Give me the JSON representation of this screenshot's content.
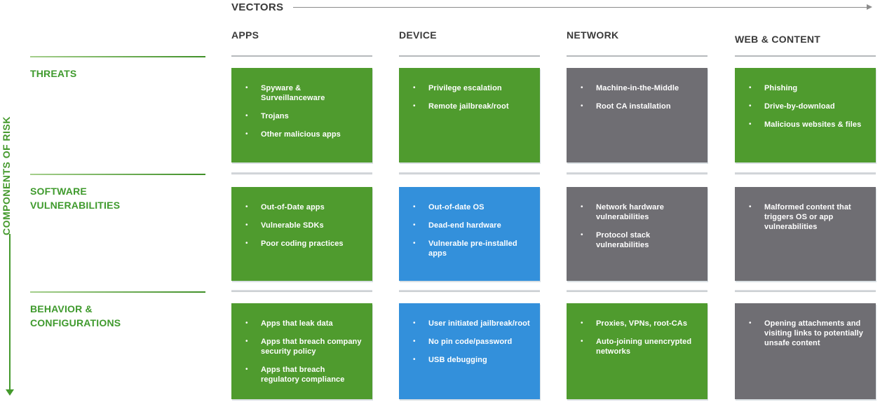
{
  "axis": {
    "x_label": "VECTORS",
    "y_label": "COMPONENTS OF RISK"
  },
  "columns": [
    {
      "label": "APPS"
    },
    {
      "label": "DEVICE"
    },
    {
      "label": "NETWORK"
    },
    {
      "label": "WEB & CONTENT"
    }
  ],
  "rows": [
    {
      "label": "THREATS"
    },
    {
      "label": "SOFTWARE\nVULNERABILITIES"
    },
    {
      "label": "BEHAVIOR &\nCONFIGURATIONS"
    }
  ],
  "colors": {
    "green": "#4f9b2e",
    "blue": "#3390db",
    "gray": "#6f6e73",
    "accent_green": "#44992c"
  },
  "cells": [
    {
      "row": 0,
      "col": 0,
      "color": "green",
      "items": [
        "Spyware & Surveillanceware",
        "Trojans",
        "Other malicious apps"
      ]
    },
    {
      "row": 0,
      "col": 1,
      "color": "green",
      "items": [
        "Privilege escalation",
        "Remote jailbreak/root"
      ]
    },
    {
      "row": 0,
      "col": 2,
      "color": "gray",
      "items": [
        "Machine-in-the-Middle",
        "Root CA installation"
      ]
    },
    {
      "row": 0,
      "col": 3,
      "color": "green",
      "items": [
        "Phishing",
        "Drive-by-download",
        "Malicious websites & files"
      ]
    },
    {
      "row": 1,
      "col": 0,
      "color": "green",
      "items": [
        "Out-of-Date apps",
        "Vulnerable SDKs",
        "Poor coding practices"
      ]
    },
    {
      "row": 1,
      "col": 1,
      "color": "blue",
      "items": [
        "Out-of-date OS",
        "Dead-end hardware",
        "Vulnerable pre-installed apps"
      ]
    },
    {
      "row": 1,
      "col": 2,
      "color": "gray",
      "items": [
        "Network hardware vulnerabilities",
        "Protocol stack vulnerabilities"
      ]
    },
    {
      "row": 1,
      "col": 3,
      "color": "gray",
      "items": [
        "Malformed content that triggers OS or app vulnerabilities"
      ]
    },
    {
      "row": 2,
      "col": 0,
      "color": "green",
      "items": [
        "Apps that leak data",
        "Apps that breach company security policy",
        "Apps that breach regulatory compliance"
      ]
    },
    {
      "row": 2,
      "col": 1,
      "color": "blue",
      "items": [
        "User initiated jailbreak/root",
        "No pin code/password",
        "USB debugging"
      ]
    },
    {
      "row": 2,
      "col": 2,
      "color": "green",
      "items": [
        "Proxies, VPNs, root-CAs",
        "Auto-joining unencrypted networks"
      ]
    },
    {
      "row": 2,
      "col": 3,
      "color": "gray",
      "items": [
        "Opening attachments and visiting links to potentially unsafe content"
      ]
    }
  ]
}
